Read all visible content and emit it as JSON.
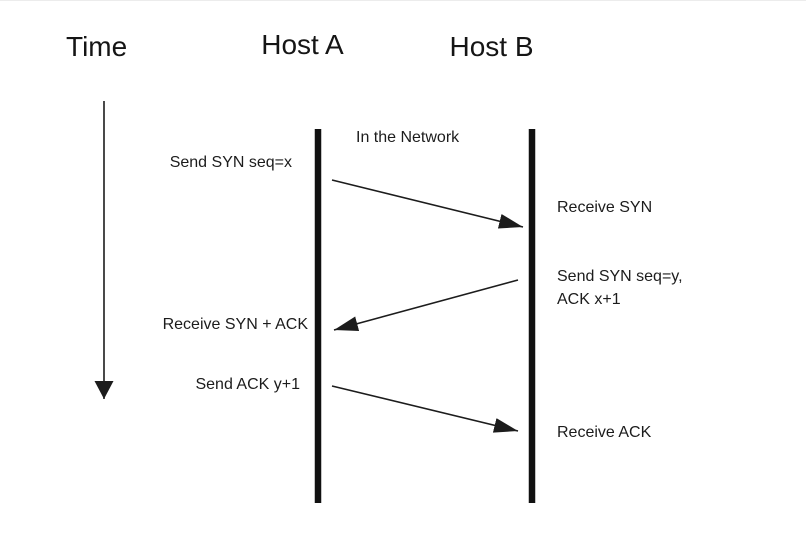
{
  "diagram": {
    "time_label": "Time",
    "host_a_label": "Host A",
    "host_b_label": "Host B",
    "network_label": "In the Network",
    "messages": {
      "send_syn": "Send SYN seq=x",
      "receive_syn": "Receive SYN",
      "send_syn_ack_line1": "Send SYN seq=y,",
      "send_syn_ack_line2": "ACK x+1",
      "receive_syn_ack": "Receive SYN + ACK",
      "send_ack": "Send ACK y+1",
      "receive_ack": "Receive ACK"
    },
    "colors": {
      "ink": "#1c1c1c",
      "background": "#ffffff"
    }
  }
}
